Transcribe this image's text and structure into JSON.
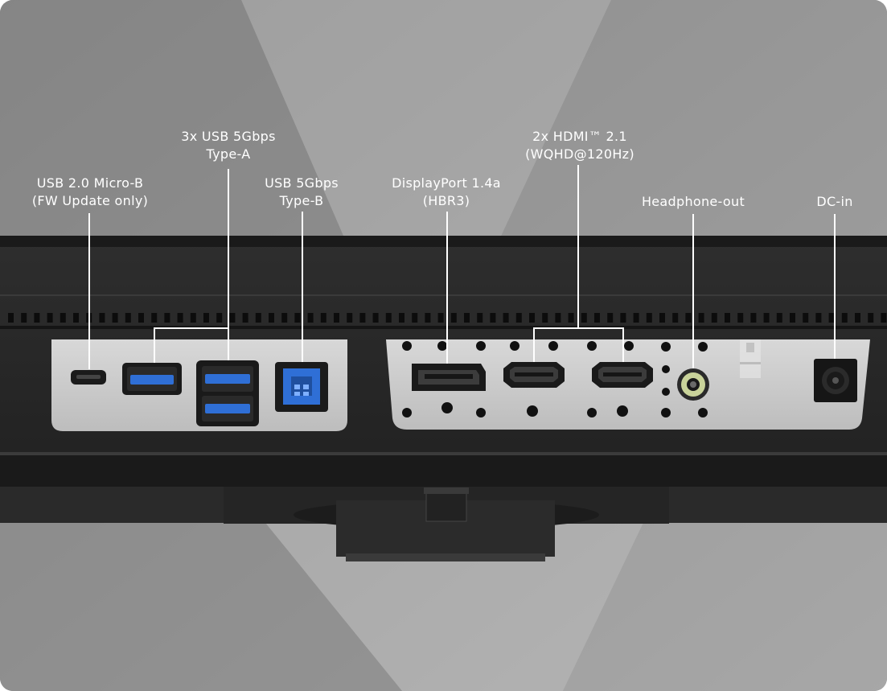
{
  "ports": {
    "usb_micro_b": {
      "line1": "USB 2.0 Micro-B",
      "line2": "(FW Update only)"
    },
    "usb_type_a": {
      "line1": "3x USB 5Gbps",
      "line2": "Type-A"
    },
    "usb_type_b": {
      "line1": "USB 5Gbps",
      "line2": "Type-B"
    },
    "displayport": {
      "line1": "DisplayPort 1.4a",
      "line2": "(HBR3)"
    },
    "hdmi": {
      "line1": "2x HDMI™ 2.1",
      "line2": "(WQHD@120Hz)"
    },
    "headphone": {
      "line1": "Headphone-out"
    },
    "dc_in": {
      "line1": "DC-in"
    }
  },
  "colors": {
    "background": "#8f8f8f",
    "chassis": "#2a2a2a",
    "panel": "#cfcfcf",
    "usb_blue": "#2f6fd6",
    "audio_green": "#c9d39a",
    "label": "#ffffff"
  }
}
